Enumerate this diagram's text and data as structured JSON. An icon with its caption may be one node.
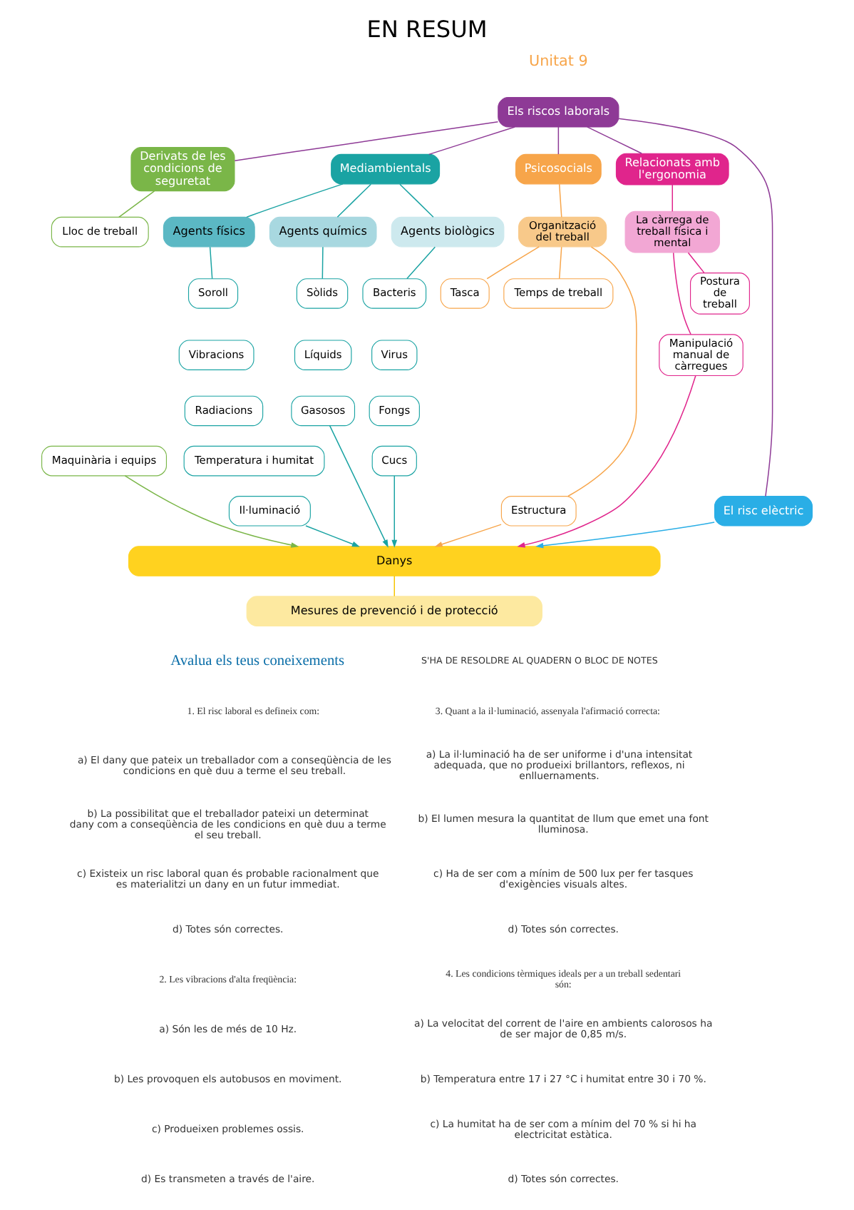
{
  "diagram": {
    "title": "EN RESUM",
    "nodes": [
      {
        "text": [
          "Els riscos laborals"
        ]
      },
      {
        "text": [
          "Derivats de les condicions de seguretat"
        ]
      },
      {
        "text": [
          "Mediambientals"
        ]
      },
      {
        "text": [
          "Psicosocials"
        ]
      },
      {
        "text": [
          "Relacionats amb l'ergonomia"
        ]
      },
      {
        "text": [
          "El risc elèctric"
        ]
      },
      {
        "text": [
          "Lloc de treball"
        ]
      },
      {
        "text": [
          "Maquinària i equips"
        ]
      },
      {
        "text": [
          "Organització del treball"
        ]
      },
      {
        "text": [
          "La càrrega de treball física i mental"
        ]
      },
      {
        "text": [
          "Tasca"
        ]
      },
      {
        "text": [
          "Temps de treball"
        ]
      },
      {
        "text": [
          "Estructura"
        ]
      },
      {
        "text": [
          "Manipulació manual de càrregues"
        ]
      },
      {
        "text": [
          "Postura de treball"
        ]
      },
      {
        "text": [
          "Agents físics"
        ]
      },
      {
        "text": [
          "Agents químics"
        ]
      },
      {
        "text": [
          "Agents biològics"
        ]
      },
      {
        "text": [
          "Soroll"
        ]
      },
      {
        "text": [
          "Vibracions"
        ]
      },
      {
        "text": [
          "Radiacions"
        ]
      },
      {
        "text": [
          "Temperatura i humitat"
        ]
      },
      {
        "text": [
          "Il·luminació"
        ]
      },
      {
        "text": [
          "Sòlids"
        ]
      },
      {
        "text": [
          "Líquids"
        ]
      },
      {
        "text": [
          "Gasosos"
        ]
      },
      {
        "text": [
          "Bacteris"
        ]
      },
      {
        "text": [
          "Virus"
        ]
      },
      {
        "text": [
          "Fongs"
        ]
      },
      {
        "text": [
          "Cucs"
        ]
      },
      {
        "text": [
          "Danys"
        ]
      },
      {
        "text": [
          "Mesures de prevenció i de protecció"
        ]
      }
    ],
    "edges": [
      {
        "from": 0,
        "to": 1,
        "arrow": "none",
        "color": "#8e3a96"
      },
      {
        "from": 0,
        "to": 2,
        "arrow": "none",
        "color": "#8e3a96"
      },
      {
        "from": 0,
        "to": 3,
        "arrow": "none",
        "color": "#8e3a96"
      },
      {
        "from": 0,
        "to": 4,
        "arrow": "none",
        "color": "#8e3a96"
      },
      {
        "from": 0,
        "to": 5,
        "arrow": "none",
        "color": "#8e3a96"
      },
      {
        "from": 1,
        "to": 6,
        "arrow": "none",
        "color": "#7ab648"
      },
      {
        "from": 3,
        "to": 8,
        "arrow": "none",
        "color": "#f7a54a"
      },
      {
        "from": 4,
        "to": 9,
        "arrow": "none",
        "color": "#e0258c"
      },
      {
        "from": 8,
        "to": 10,
        "arrow": "none",
        "color": "#f7a54a"
      },
      {
        "from": 8,
        "to": 11,
        "arrow": "none",
        "color": "#f7a54a"
      },
      {
        "from": 8,
        "to": 12,
        "arrow": "none",
        "color": "#f7a54a"
      },
      {
        "from": 9,
        "to": 13,
        "arrow": "none",
        "color": "#e0258c"
      },
      {
        "from": 9,
        "to": 14,
        "arrow": "none",
        "color": "#e0258c"
      },
      {
        "from": 2,
        "to": 15,
        "arrow": "none"
      },
      {
        "from": 2,
        "to": 16,
        "arrow": "none"
      },
      {
        "from": 2,
        "to": 17,
        "arrow": "none"
      },
      {
        "from": 15,
        "to": 18,
        "arrow": "none"
      },
      {
        "from": 16,
        "to": 23,
        "arrow": "none"
      },
      {
        "from": 17,
        "to": 26,
        "arrow": "none"
      },
      {
        "from": 7,
        "to": 30,
        "arrow": "to",
        "color": "#7ab648"
      },
      {
        "from": 22,
        "to": 30,
        "arrow": "to"
      },
      {
        "from": 25,
        "to": 30,
        "arrow": "to"
      },
      {
        "from": 29,
        "to": 30,
        "arrow": "to"
      },
      {
        "from": 12,
        "to": 30,
        "arrow": "to",
        "color": "#f7a54a"
      },
      {
        "from": 13,
        "to": 30,
        "arrow": "to",
        "color": "#e0258c"
      },
      {
        "from": 5,
        "to": 30,
        "arrow": "to",
        "color": "#2aaee6"
      },
      {
        "from": 30,
        "to": 31,
        "arrow": "none",
        "color": "#f5c400"
      }
    ],
    "labels": [
      "Unitat 9",
      "Avalua els teus coneixements",
      "S'HA DE RESOLDRE AL QUADERN O BLOC DE NOTES",
      "1. El risc laboral es defineix com:",
      "a) El dany que pateix un treballador com a conseqüència de les condicions en què duu a terme el seu treball.",
      "b) La possibilitat que el treballador pateixi un determinat dany com a conseqüència de les condicions en què duu a terme el seu treball.",
      "c) Existeix un risc laboral quan és probable racionalment que es materialitzi un dany en un futur immediat.",
      "d) Totes són correctes.",
      "2. Les vibracions d'alta freqüència:",
      "a) Són les de més de 10 Hz.",
      "b) Les provoquen els autobusos en moviment.",
      "c) Produeixen problemes ossis.",
      "d) Es transmeten a través de l'aire.",
      "3. Quant a la il·luminació, assenyala l'afirmació correcta:",
      "a) La il·luminació ha de ser uniforme i d'una intensitat adequada, que no produeixi brillantors, reflexos, ni enlluernaments.",
      "b) El lumen mesura la quantitat de llum que emet una font lluminosa.",
      "c) Ha de ser com a mínim de 500 lux per fer tasques d'exigències visuals altes.",
      "d) Totes són correctes.",
      "4. Les condicions tèrmiques ideals per a un treball sedentari són:",
      "a) La velocitat del corrent de l'aire en ambients calorosos ha de ser major de 0,85 m/s.",
      "b) Temperatura entre 17 i 27 °C i humitat entre 30 i 70 %.",
      "c) La humitat ha de ser com a mínim del 70 % si hi ha electricitat estàtica.",
      "d) Totes són correctes."
    ]
  }
}
